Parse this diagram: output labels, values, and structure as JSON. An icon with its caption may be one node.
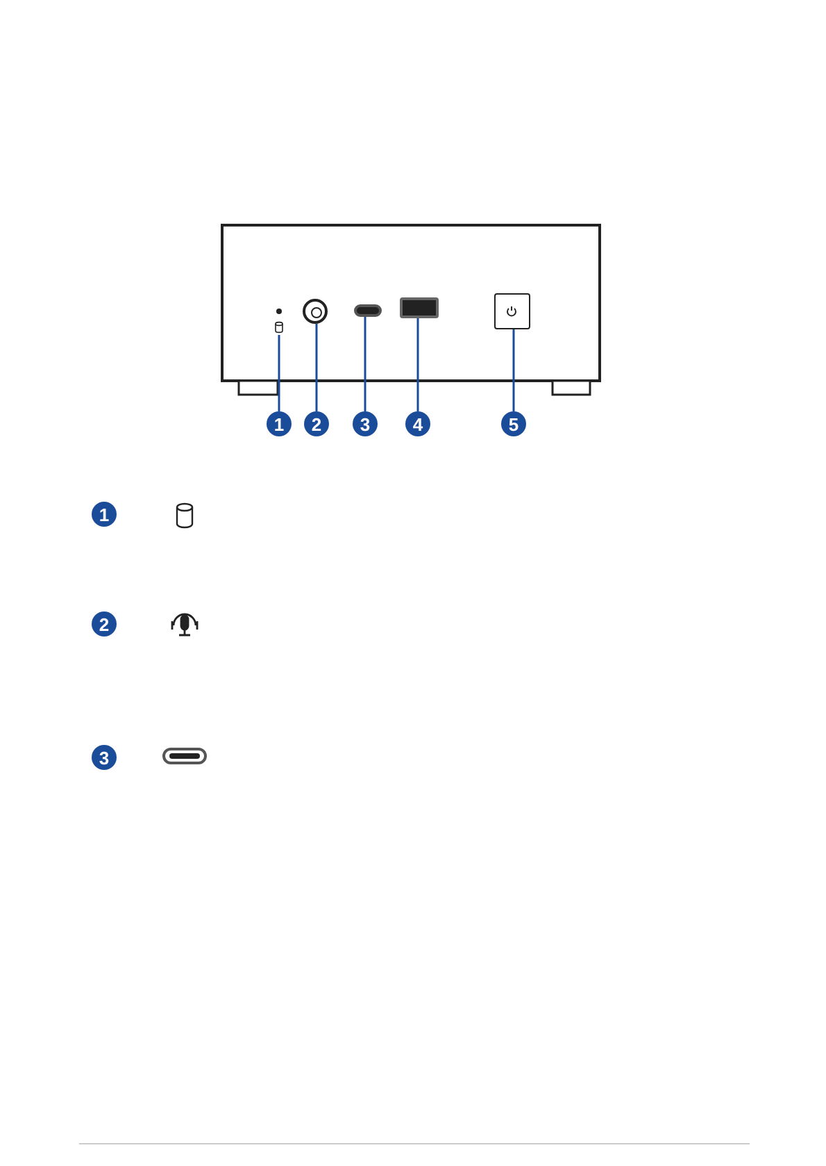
{
  "diagram": {
    "nodes": [
      {
        "text": [
          "1"
        ]
      },
      {
        "text": [
          "2"
        ]
      },
      {
        "text": [
          "3"
        ]
      },
      {
        "text": [
          "4"
        ]
      },
      {
        "text": [
          "5"
        ]
      },
      {
        "text": [],
        "shape": "circle"
      },
      {
        "text": [],
        "shape": "circle"
      },
      {
        "text": [],
        "shape": "box"
      },
      {
        "text": [],
        "shape": "box"
      },
      {
        "text": [],
        "shape": "box"
      },
      {
        "text": [
          "1"
        ]
      },
      {
        "text": [
          "2"
        ]
      },
      {
        "text": [
          "3"
        ]
      }
    ],
    "edges": [
      {
        "from": 0,
        "to": 5,
        "arrow": "none"
      },
      {
        "from": 1,
        "to": 6,
        "arrow": "none"
      },
      {
        "from": 2,
        "to": 7,
        "arrow": "none"
      },
      {
        "from": 3,
        "to": 8,
        "arrow": "none"
      },
      {
        "from": 4,
        "to": 9,
        "arrow": "none"
      }
    ]
  }
}
